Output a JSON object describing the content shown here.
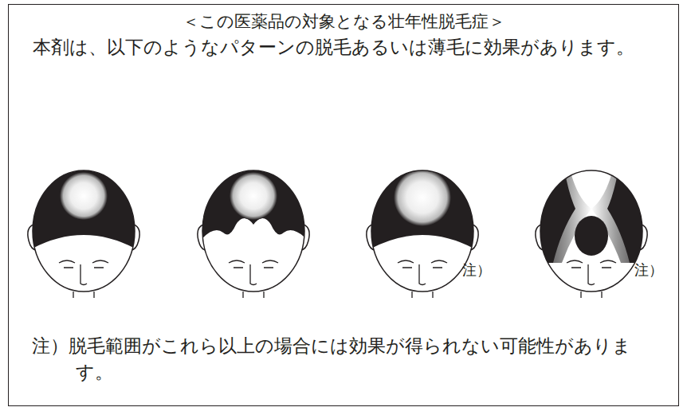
{
  "diagram": {
    "nodes": [
      {
        "text": [
          "＜この医薬品の対象となる壮年性脱毛症＞",
          "本剤は、以下のようなパターンの脱毛あるいは薄毛に効果があります。"
        ]
      }
    ],
    "labels": [
      "注）",
      "注）",
      "注）脱毛範囲がこれら以上の場合には効果が得られない可能性があります。"
    ]
  }
}
